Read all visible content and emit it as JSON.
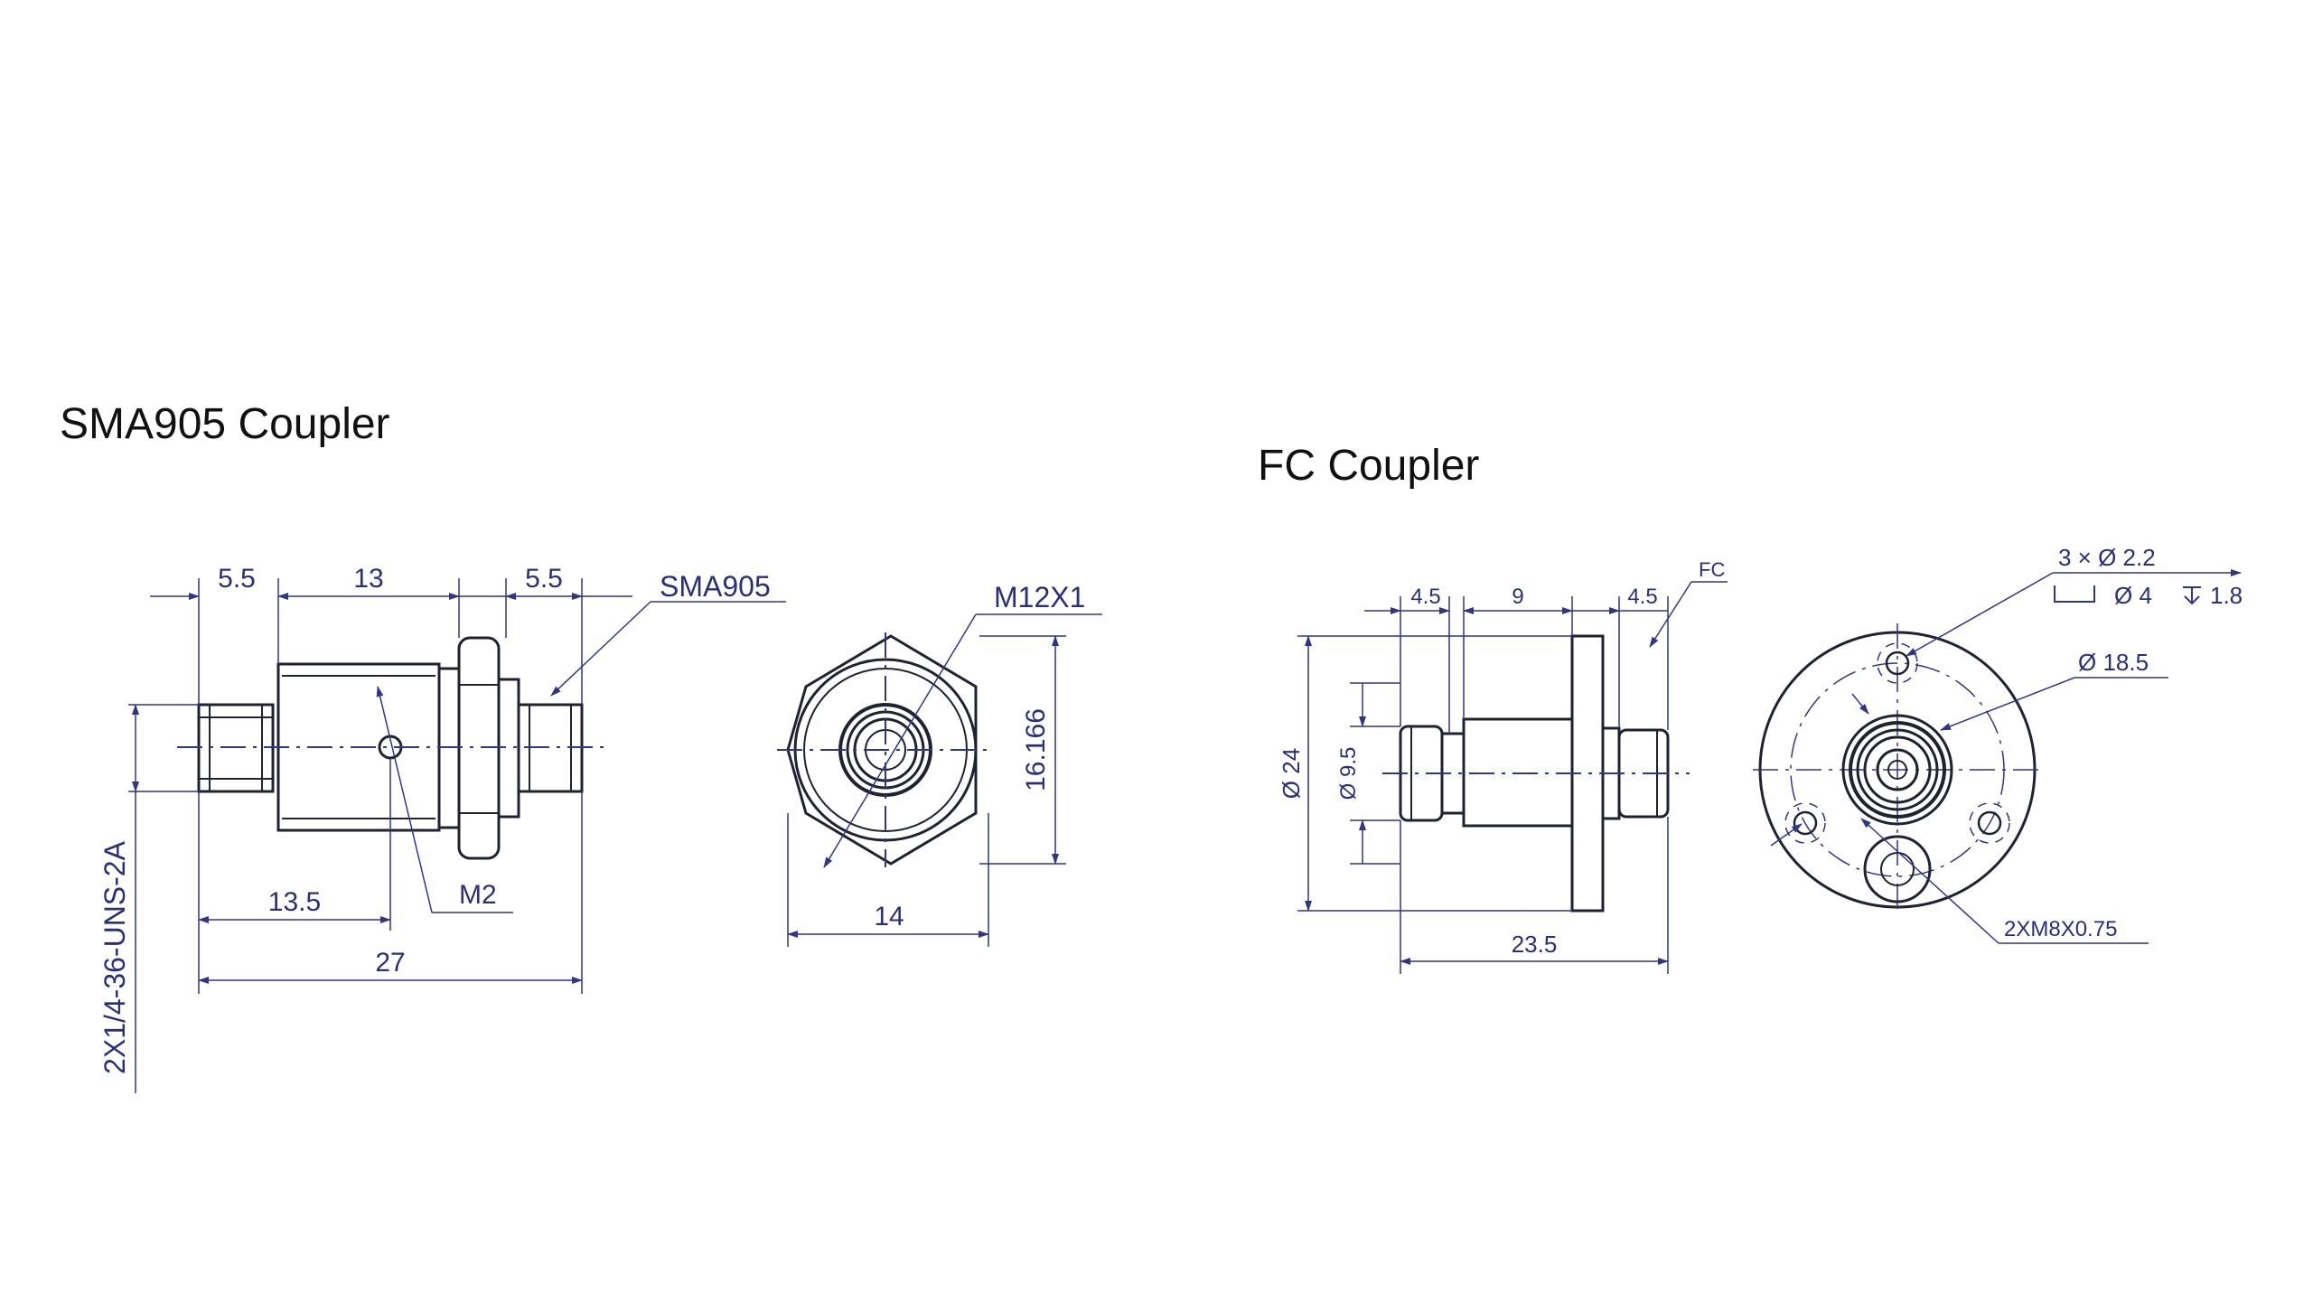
{
  "titles": {
    "sma": "SMA905 Coupler",
    "fc": "FC Coupler"
  },
  "sma": {
    "dim_left": "5.5",
    "dim_mid": "13",
    "dim_right": "5.5",
    "connector_label": "SMA905",
    "dim_half": "13.5",
    "screw_label": "M2",
    "dim_total": "27",
    "thread_label": "2X1/4-36-UNS-2A",
    "hex_thread_label": "M12X1",
    "hex_height": "16.166",
    "hex_width": "14"
  },
  "fc": {
    "dim_left": "4.5",
    "dim_mid": "9",
    "dim_right": "4.5",
    "connector_label": "FC",
    "dia_flange": "Ø 24",
    "dia_body": "Ø 9.5",
    "dim_total": "23.5",
    "holes_label": "3 × Ø 2.2",
    "counterbore_label": "Ø 4",
    "counterbore_depth": "1.8",
    "bolt_circle_label": "Ø 18.5",
    "thread_label": "2XM8X0.75"
  }
}
